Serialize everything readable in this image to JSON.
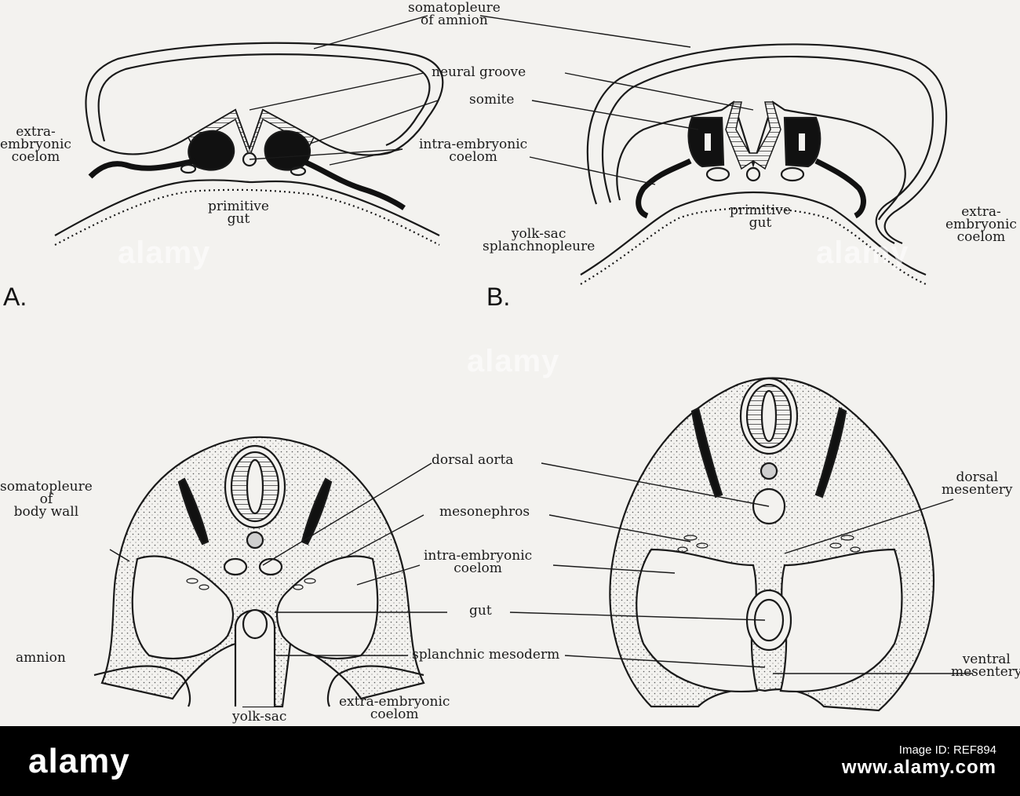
{
  "panels": [
    "A.",
    "B."
  ],
  "labels": {
    "somatopleure_amnion": [
      "somatopleure",
      "of amnion"
    ],
    "neural_groove": "neural groove",
    "somite": "somite",
    "intra_coelom_top": [
      "intra-embryonic",
      "coelom"
    ],
    "extra_coelom_left": [
      "extra-",
      "embryonic",
      "coelom"
    ],
    "primitive_gut_a": [
      "primitive",
      "gut"
    ],
    "primitive_gut_b": [
      "primitive",
      "gut"
    ],
    "yolk_sac_splanchnopleure": [
      "yolk-sac",
      "splanchnopleure"
    ],
    "extra_coelom_right": [
      "extra-",
      "embryonic",
      "coelom"
    ],
    "dorsal_aorta": "dorsal aorta",
    "somatopleure_body_wall": [
      "somatopleure",
      "of",
      "body wall"
    ],
    "mesonephros": "mesonephros",
    "intra_coelom_bottom": [
      "intra-embryonic",
      "coelom"
    ],
    "gut": "gut",
    "amnion": "amnion",
    "splanchnic_mesoderm": "splanchnic mesoderm",
    "yolk_sac": "yolk-sac",
    "extra_coelom_bottom": [
      "extra-embryonic",
      "coelom"
    ],
    "dorsal_mesentery": [
      "dorsal",
      "mesentery"
    ],
    "ventral_mesentery": [
      "ventral",
      "mesentery"
    ]
  },
  "watermark": "alamy",
  "footer": {
    "logo": "alamy",
    "caption": "Image ID: REF894",
    "url": "www.alamy.com"
  }
}
